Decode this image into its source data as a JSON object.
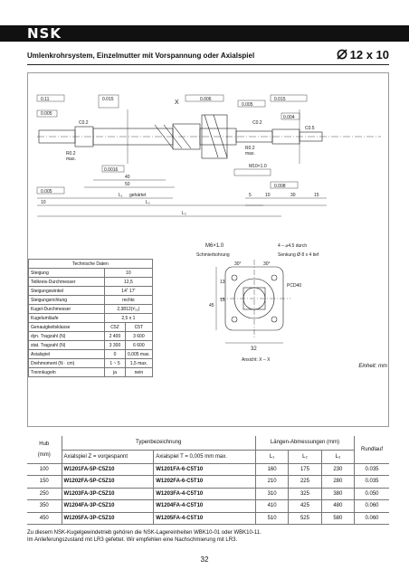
{
  "header": {
    "brand": "NSK",
    "title": "Umlenkrohrsystem, Einzelmutter mit Vorspannung oder Axialspiel",
    "spec": "12 x 10",
    "spec_icon": "diameter-icon"
  },
  "drawing": {
    "labels": {
      "cham_left": "C0.2",
      "r_left": "R0.2",
      "max_left": "max.",
      "dim_40": "40",
      "dim_50": "50",
      "l1_label": "L₁",
      "hardened": "gehärtet",
      "l2_label": "L₂",
      "l3_label": "L₃",
      "dim_10a": "10",
      "cham_right": "C0.2",
      "cham_right2": "C0.5",
      "r_right": "R0.2",
      "max_right": "max.",
      "thread_m10": "M10×1.0",
      "dim_5": "5",
      "dim_10b": "10",
      "dim_30": "30",
      "dim_15": "15",
      "tol_1": "0.11",
      "tol_2": "0.005",
      "tol_3": "0.005",
      "tol_4": "0.015",
      "tol_5": "0.0016",
      "tol_6": "0.006",
      "tol_7": "0.005",
      "tol_8": "0.015",
      "tol_9": "0.004",
      "tol_10": "0.008",
      "section_x": "X",
      "thread_m6": "M6×1.0",
      "lube": "Schmierbohrung",
      "holes": "4 – ⌀4.5 durch",
      "counterbore": "Senkung Ø 8 x 4 tief",
      "ang1": "30°",
      "ang2": "30°",
      "pcd": "PCD40",
      "dim_13": "13",
      "dim_15v": "15",
      "dim_45": "45",
      "dim_32": "32",
      "view": "Ansicht: X – X"
    }
  },
  "tech": {
    "caption": "Technische Daten",
    "rows": [
      {
        "label": "Steigung",
        "v1": "10",
        "v2": ""
      },
      {
        "label": "Teilkreis-Durchmesser",
        "v1": "12,5",
        "v2": ""
      },
      {
        "label": "Steigungswinkel",
        "v1": "14˚ 17'",
        "v2": ""
      },
      {
        "label": "Steigungsrichtung",
        "v1": "rechts",
        "v2": ""
      },
      {
        "label": "Kugel-Durchmesser",
        "v1": "2,3812(³⁄₃₂)",
        "v2": ""
      },
      {
        "label": "Kugelumläufe",
        "v1": "2,5 x 1",
        "v2": ""
      },
      {
        "label": "Genauigkeitsklasse",
        "v1": "C5Z",
        "v2": "C5T"
      },
      {
        "label": "dyn. Tragzahl (N)",
        "v1": "2 400",
        "v2": "3 600"
      },
      {
        "label": "stat. Tragzahl (N)",
        "v1": "3 300",
        "v2": "6 600"
      },
      {
        "label": "Axialspiel",
        "v1": "0",
        "v2": "0,005 max."
      },
      {
        "label": "Drehmoment (N · cm)",
        "v1": "1 ~ 5",
        "v2": "1,5 max."
      },
      {
        "label": "Trennkugeln",
        "v1": "ja",
        "v2": "nein"
      }
    ]
  },
  "units": "Einheit: mm",
  "table": {
    "col_hub": "Hub",
    "col_hub_unit": "(mm)",
    "col_type": "Typenbezeichnung",
    "col_type_a": "Axialspiel Z = vorgespannt",
    "col_type_b": "Axialspiel T = 0,005 mm max.",
    "col_len": "Längen-Abmessungen (mm)",
    "col_l1": "L₁",
    "col_l2": "L₂",
    "col_l3": "L₃",
    "col_run": "Rundlauf",
    "rows": [
      {
        "hub": "100",
        "z": "W1201FA-5P-C5Z10",
        "t": "W1201FA-6-C5T10",
        "l1": "160",
        "l2": "175",
        "l3": "230",
        "r": "0.035"
      },
      {
        "hub": "150",
        "z": "W1202FA-5P-C5Z10",
        "t": "W1202FA-6-C5T10",
        "l1": "210",
        "l2": "225",
        "l3": "280",
        "r": "0.035"
      },
      {
        "hub": "250",
        "z": "W1203FA-3P-C5Z10",
        "t": "W1203FA-4-C5T10",
        "l1": "310",
        "l2": "325",
        "l3": "380",
        "r": "0.050"
      },
      {
        "hub": "350",
        "z": "W1204FA-3P-C5Z10",
        "t": "W1204FA-4-C5T10",
        "l1": "410",
        "l2": "425",
        "l3": "480",
        "r": "0.060"
      },
      {
        "hub": "450",
        "z": "W1205FA-3P-C5Z10",
        "t": "W1205FA-4-C5T10",
        "l1": "510",
        "l2": "525",
        "l3": "580",
        "r": "0.060"
      }
    ]
  },
  "footnote": {
    "line1": "Zu diesem NSK-Kugelgewindetrieb gehören die NSK-Lagereinheiten WBK10-01 oder WBK10-11.",
    "line2": "Im Anlieferungszustand mit LR3 gefettet. Wir empfehlen eine Nachschmierung mit LR3."
  },
  "page": "32"
}
